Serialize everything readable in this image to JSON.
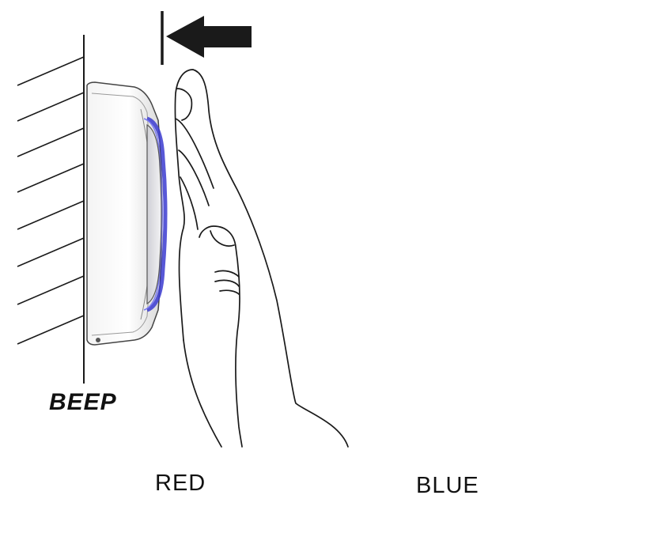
{
  "labels": {
    "beep": "BEEP",
    "red": "RED",
    "blue": "BLUE"
  },
  "colors": {
    "red_led": "#ee1c25",
    "blue_led": "#3a56a6",
    "ring_glow": "#3b3bd0",
    "line": "#1a1a1a"
  },
  "icons": {
    "left_panel_arrow": "solid-arrow-left-with-stop-bar",
    "right_panel_arrow": "dashed-arrow-left",
    "red_indicator": "red-light-burst",
    "blue_indicator": "blue-light-burst"
  }
}
